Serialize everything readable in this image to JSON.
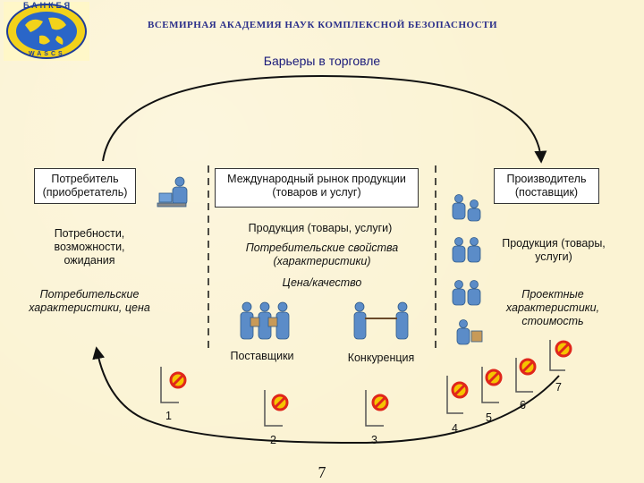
{
  "header": {
    "logo_top_text": "БАНКЕЯ",
    "logo_bottom_text": "WASCS",
    "title": "ВСЕМИРНАЯ АКАДЕМИЯ НАУК КОМПЛЕКСНОЙ БЕЗОПАСНОСТИ"
  },
  "slide": {
    "title": "Барьеры в торговле",
    "page_number": "7"
  },
  "left": {
    "box": "Потребитель (приобретатель)",
    "needs": "Потребности, возможности, ожидания",
    "characteristics": "Потребительские характеристики, цена"
  },
  "center": {
    "box": "Международный рынок продукции (товаров и услуг)",
    "product": "Продукция (товары, услуги)",
    "properties": "Потребительские свойства (характеристики)",
    "price_quality": "Цена/качество",
    "suppliers": "Поставщики",
    "competition": "Конкуренция"
  },
  "right": {
    "box": "Производитель (поставщик)",
    "product": "Продукция (товары, услуги)",
    "design": "Проектные характеристики, стоимость"
  },
  "barriers": [
    "1",
    "2",
    "3",
    "4",
    "5",
    "6",
    "7"
  ],
  "colors": {
    "background": "#fbf3d3",
    "barrier_sign": "#e0261b",
    "barrier_fill": "#f5c400",
    "header_text": "#2a2f8a"
  }
}
